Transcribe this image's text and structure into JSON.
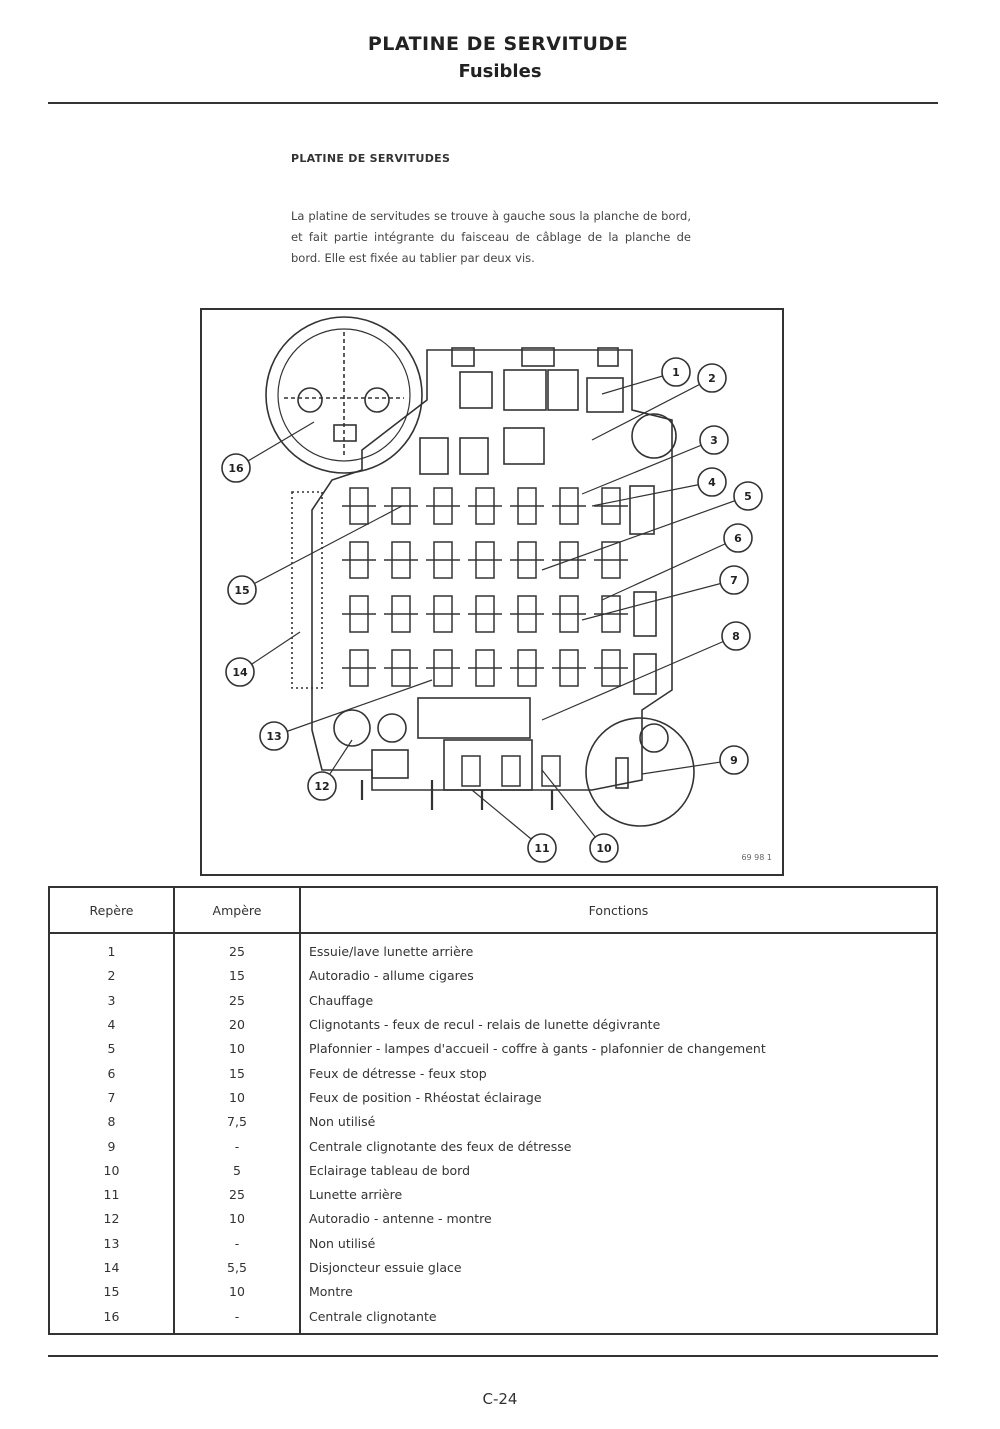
{
  "header": {
    "title": "PLATINE DE SERVITUDE",
    "subtitle": "Fusibles"
  },
  "section": {
    "title": "PLATINE DE SERVITUDES",
    "intro": "La platine de servitudes se trouve à gauche sous la planche de bord, et fait partie intégrante du faisceau de câblage de la planche de bord. Elle est fixée au tablier par deux vis."
  },
  "diagram": {
    "figure_ref": "69 98 1",
    "callouts": [
      "1",
      "2",
      "3",
      "4",
      "5",
      "6",
      "7",
      "8",
      "9",
      "10",
      "11",
      "12",
      "13",
      "14",
      "15",
      "16"
    ]
  },
  "table": {
    "headers": [
      "Repère",
      "Ampère",
      "Fonctions"
    ],
    "rows": [
      {
        "repere": "1",
        "ampere": "25",
        "fonction": "Essuie/lave lunette arrière"
      },
      {
        "repere": "2",
        "ampere": "15",
        "fonction": "Autoradio - allume cigares"
      },
      {
        "repere": "3",
        "ampere": "25",
        "fonction": "Chauffage"
      },
      {
        "repere": "4",
        "ampere": "20",
        "fonction": "Clignotants - feux de recul - relais de lunette dégivrante"
      },
      {
        "repere": "5",
        "ampere": "10",
        "fonction": "Plafonnier - lampes d'accueil - coffre à gants - plafonnier de changement"
      },
      {
        "repere": "6",
        "ampere": "15",
        "fonction": "Feux de détresse - feux stop"
      },
      {
        "repere": "7",
        "ampere": "10",
        "fonction": "Feux de position - Rhéostat éclairage"
      },
      {
        "repere": "8",
        "ampere": "7,5",
        "fonction": "Non utilisé"
      },
      {
        "repere": "9",
        "ampere": "-",
        "fonction": "Centrale clignotante des feux de détresse"
      },
      {
        "repere": "10",
        "ampere": "5",
        "fonction": "Eclairage tableau de bord"
      },
      {
        "repere": "11",
        "ampere": "25",
        "fonction": "Lunette arrière"
      },
      {
        "repere": "12",
        "ampere": "10",
        "fonction": "Autoradio - antenne - montre"
      },
      {
        "repere": "13",
        "ampere": "-",
        "fonction": "Non utilisé"
      },
      {
        "repere": "14",
        "ampere": "5,5",
        "fonction": "Disjoncteur essuie glace"
      },
      {
        "repere": "15",
        "ampere": "10",
        "fonction": "Montre"
      },
      {
        "repere": "16",
        "ampere": "-",
        "fonction": "Centrale clignotante"
      }
    ]
  },
  "footer": {
    "page_number": "C-24"
  }
}
